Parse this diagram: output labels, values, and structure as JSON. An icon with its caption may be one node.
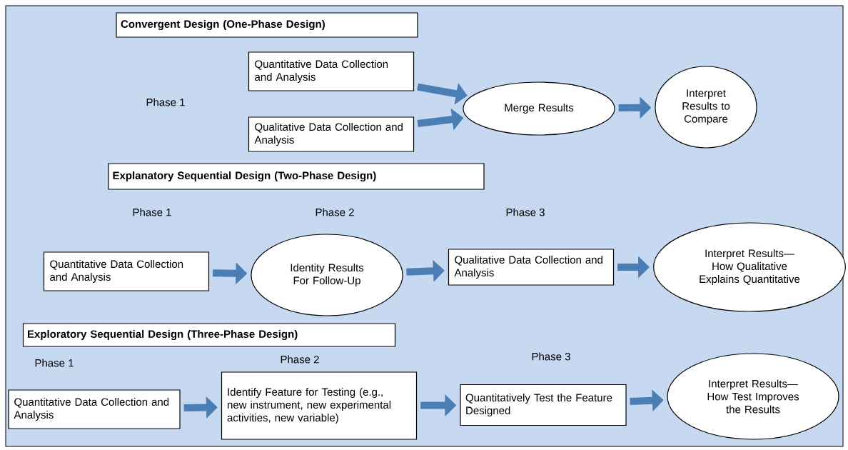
{
  "diagram": {
    "nodes": [
      {
        "text": [
          "Convergent Design (One-Phase Design)"
        ]
      },
      {
        "text": [
          "Quantitative Data Collection and Analysis"
        ]
      },
      {
        "text": [
          "Qualitative Data Collection and Analysis"
        ]
      },
      {
        "text": [
          "Merge Results"
        ]
      },
      {
        "text": [
          "Interpret Results to Compare"
        ]
      },
      {
        "text": [
          "Explanatory Sequential Design (Two-Phase Design)"
        ]
      },
      {
        "text": [
          "Quantitative Data Collection and Analysis"
        ]
      },
      {
        "text": [
          "Identity Results For Follow-Up"
        ]
      },
      {
        "text": [
          "Qualitative Data Collection and Analysis"
        ]
      },
      {
        "text": [
          "Interpret Results— How Qualitative Explains Quantitative"
        ]
      },
      {
        "text": [
          "Exploratory Sequential Design (Three-Phase Design)"
        ]
      },
      {
        "text": [
          "Quantitative Data Collection and Analysis"
        ]
      },
      {
        "text": [
          "Identify Feature for Testing (e.g., new instrument, new experimental activities, new variable)"
        ]
      },
      {
        "text": [
          "Quantitatively Test the Feature Designed"
        ]
      },
      {
        "text": [
          "Interpret Results— How Test Improves the Results"
        ]
      }
    ],
    "edges": [
      {
        "from": 1,
        "to": 3,
        "arrow": "to"
      },
      {
        "from": 2,
        "to": 3,
        "arrow": "to"
      },
      {
        "from": 3,
        "to": 4,
        "arrow": "to"
      },
      {
        "from": 6,
        "to": 7,
        "arrow": "to"
      },
      {
        "from": 7,
        "to": 8,
        "arrow": "to"
      },
      {
        "from": 8,
        "to": 9,
        "arrow": "to"
      },
      {
        "from": 11,
        "to": 12,
        "arrow": "to"
      },
      {
        "from": 12,
        "to": 13,
        "arrow": "to"
      },
      {
        "from": 13,
        "to": 14,
        "arrow": "to"
      }
    ],
    "labels": [
      "Phase 1",
      "Phase 1",
      "Phase 2",
      "Phase 3",
      "Phase 1",
      "Phase 2",
      "Phase 3"
    ]
  }
}
